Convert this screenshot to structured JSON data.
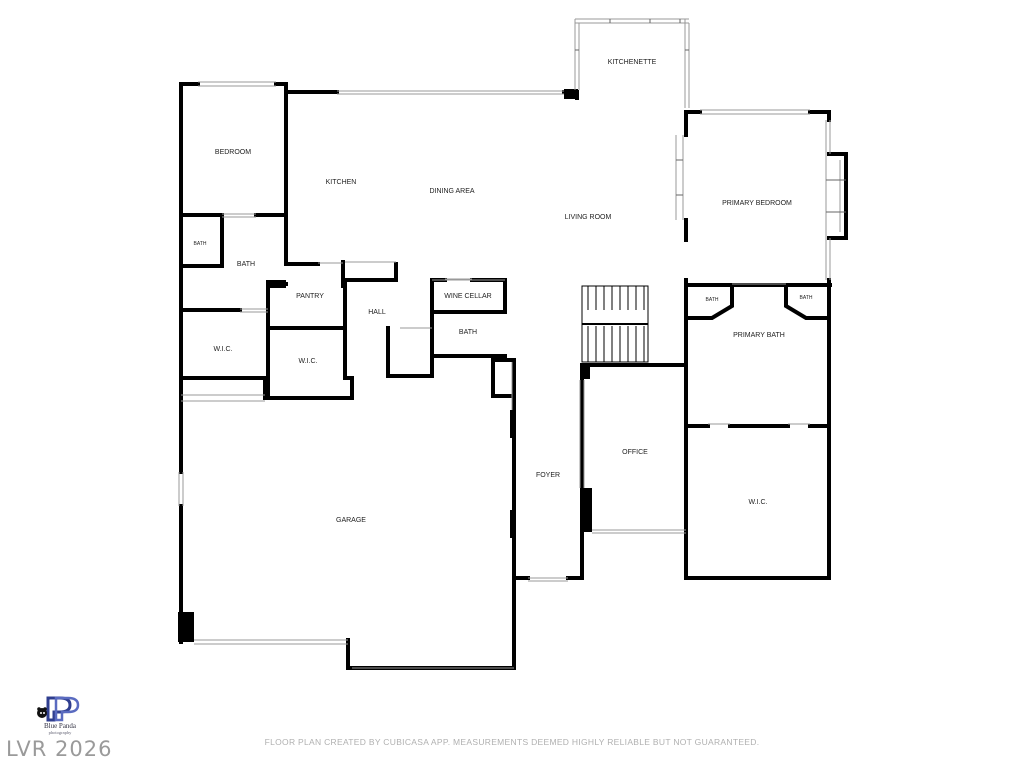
{
  "rooms": {
    "kitchenette": "KITCHENETTE",
    "bedroom": "BEDROOM",
    "kitchen": "KITCHEN",
    "dining_area": "DINING AREA",
    "living_room": "LIVING ROOM",
    "primary_bedroom": "PRIMARY BEDROOM",
    "bath_small_left": "BATH",
    "bath_left": "BATH",
    "pantry": "PANTRY",
    "hall": "HALL",
    "wine_cellar": "WINE CELLAR",
    "bath_center": "BATH",
    "primary_bath_left": "BATH",
    "primary_bath_right": "BATH",
    "primary_bath": "PRIMARY BATH",
    "wic_left": "W.I.C.",
    "wic_center": "W.I.C.",
    "office": "OFFICE",
    "foyer": "FOYER",
    "garage": "GARAGE",
    "wic_primary": "W.I.C."
  },
  "logo": {
    "name": "Blue Panda",
    "subtitle": "photography",
    "icon": "blue-panda-logo-icon",
    "color": "#2f3e8f"
  },
  "footer_note": "FLOOR PLAN CREATED BY CUBICASA APP. MEASUREMENTS DEEMED HIGHLY RELIABLE BUT NOT GUARANTEED.",
  "watermark": "LVR 2026"
}
